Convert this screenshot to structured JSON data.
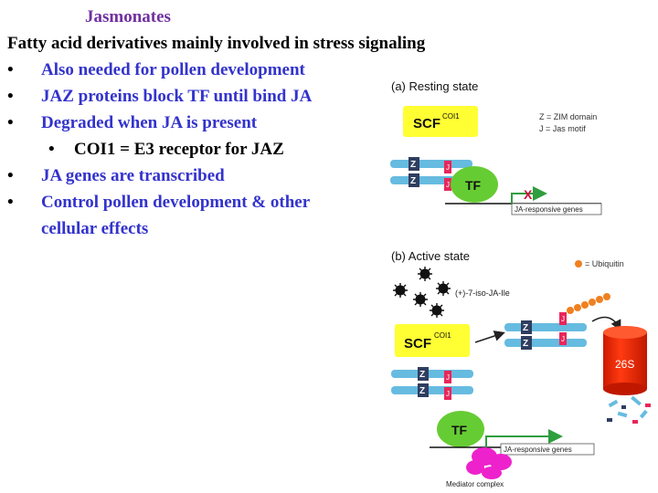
{
  "slide": {
    "title": "Jasmonates",
    "subtitle": "Fatty acid derivatives mainly involved in stress signaling",
    "bullets": [
      "Also needed for pollen development",
      "JAZ proteins block TF until bind JA",
      "Degraded when JA is present",
      "COI1 = E3 receptor for JAZ",
      "JA genes are transcribed",
      "Control pollen development & other",
      "cellular effects"
    ],
    "bullet_marker": "•"
  },
  "figure": {
    "panel_a_label": "(a) Resting state",
    "panel_b_label": "(b) Active state",
    "legend_zim": "Z = ZIM domain",
    "legend_jas": "J = Jas motif",
    "legend_ubiquitin": "= Ubiquitin",
    "scf_label": "SCF",
    "coi1_label": "COI1",
    "tf_label": "TF",
    "z_label": "Z",
    "j_label": "J",
    "blocked_mark": "X",
    "ja_genes_label": "JA-responsive genes",
    "ligand_label": "(+)-7-iso-JA-Ile",
    "proteasome_label": "26S",
    "mediator_label": "Mediator complex",
    "colors": {
      "title": "#7030a0",
      "bullet_text": "#3333cc",
      "scf_box": "#ffff33",
      "tf": "#66cc33",
      "jaz_bar": "#66bbe0",
      "jas_motif": "#e8265a",
      "zim_domain": "#2f3e60",
      "proteasome": "#ff2a00",
      "ubiquitin": "#f08020",
      "mediator": "#ee22cc",
      "arrow": "#2e9e3e"
    }
  }
}
